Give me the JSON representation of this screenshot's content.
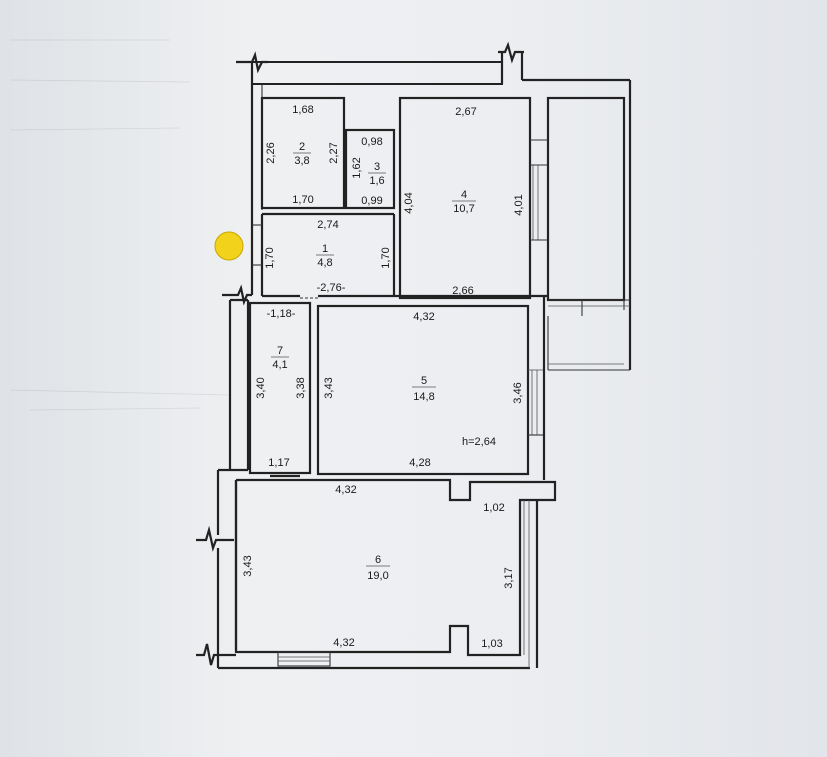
{
  "rooms": [
    {
      "id": "1",
      "number": "1",
      "area": "4,8"
    },
    {
      "id": "2",
      "number": "2",
      "area": "3,8"
    },
    {
      "id": "3",
      "number": "3",
      "area": "1,6"
    },
    {
      "id": "4",
      "number": "4",
      "area": "10,7"
    },
    {
      "id": "5",
      "number": "5",
      "area": "14,8"
    },
    {
      "id": "6",
      "number": "6",
      "area": "19,0"
    },
    {
      "id": "7",
      "number": "7",
      "area": "4,1"
    }
  ],
  "dimensions": {
    "r2_top": "1,68",
    "r2_left": "2,26",
    "r2_right": "2,27",
    "r2_bottom": "1,70",
    "r3_top": "0,98",
    "r3_left": "1,62",
    "r3_bottom": "0,99",
    "r4_top": "2,67",
    "r4_left": "4,04",
    "r4_right": "4,01",
    "r4_bottom": "2,66",
    "r1_top": "2,74",
    "r1_left": "1,70",
    "r1_right": "1,70",
    "r1_bottom": "-2,76-",
    "r7_top": "-1,18-",
    "r7_left": "3,40",
    "r7_right": "3,38",
    "r7_bottom": "1,17",
    "r5_top": "4,32",
    "r5_left": "3,43",
    "r5_right": "3,46",
    "r5_bottom": "4,28",
    "r6_top": "4,32",
    "r6_left": "3,43",
    "r6_right": "3,17",
    "r6_bottom": "4,32",
    "r6_notch_top": "1,02",
    "r6_notch_bottom": "1,03"
  },
  "ceiling_height": "h=2,64",
  "colors": {
    "marker": "#f2d21b",
    "line": "#222222",
    "paper": "#eceef1"
  }
}
